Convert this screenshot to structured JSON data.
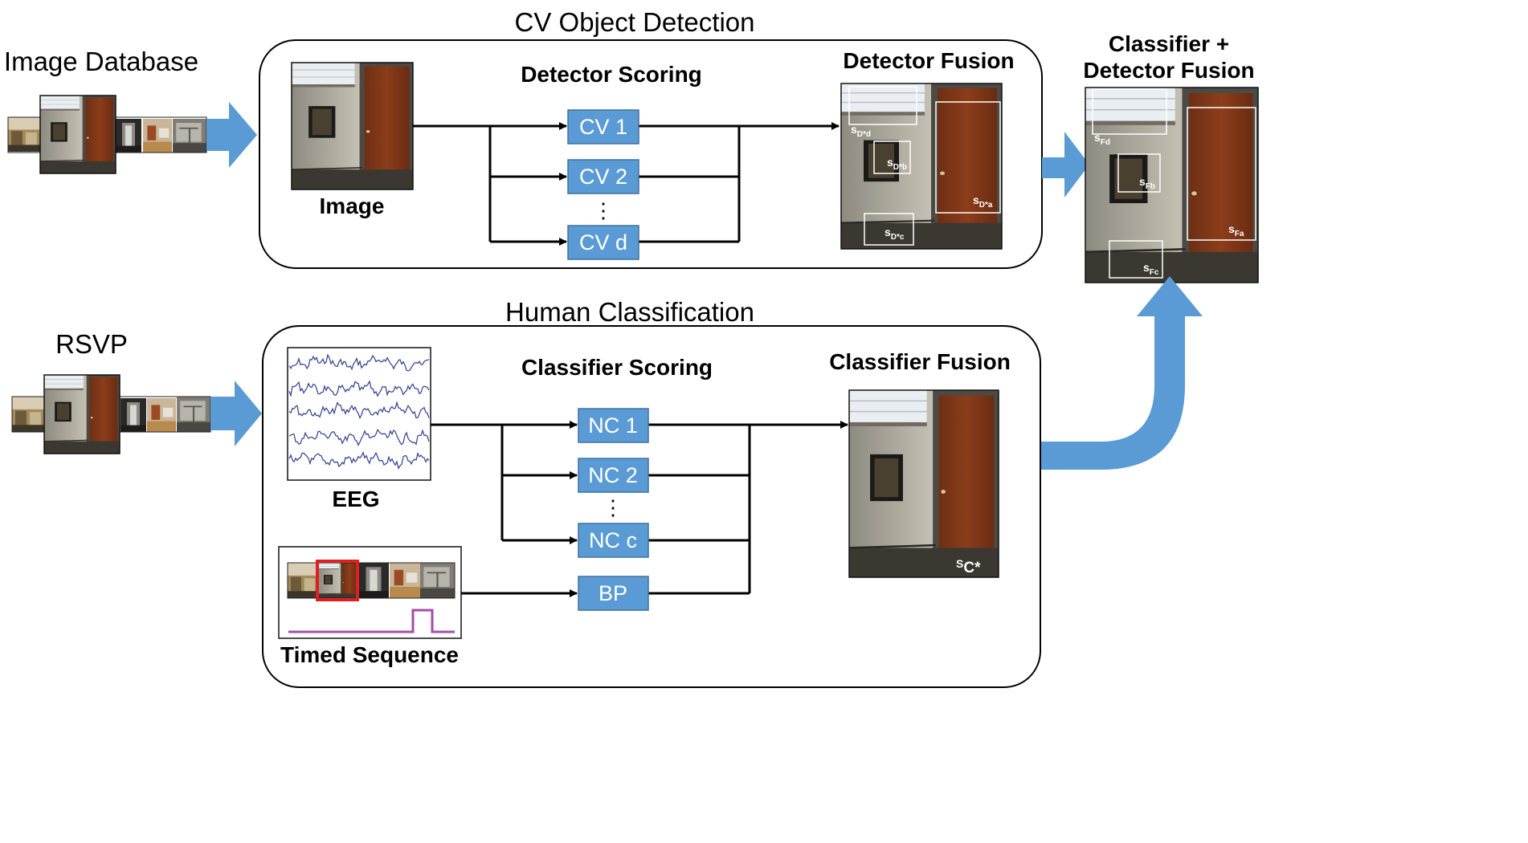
{
  "titles": {
    "cv_section": "CV Object Detection",
    "human_section": "Human Classification",
    "image_database": "Image Database",
    "rsvp": "RSVP",
    "final": [
      "Classifier +",
      "Detector Fusion"
    ]
  },
  "labels": {
    "image": "Image",
    "detector_scoring": "Detector Scoring",
    "detector_fusion": "Detector Fusion",
    "eeg": "EEG",
    "classifier_scoring": "Classifier Scoring",
    "classifier_fusion": "Classifier Fusion",
    "timed_sequence": "Timed Sequence",
    "ellipsis": "⋮"
  },
  "detectors": [
    "CV 1",
    "CV 2",
    "CV d"
  ],
  "classifiers": [
    "NC 1",
    "NC 2",
    "NC c"
  ],
  "bp": "BP",
  "detector_fusion_tags": {
    "d": {
      "base": "s",
      "sub": "D*d"
    },
    "b": {
      "base": "s",
      "sub": "D*b"
    },
    "a": {
      "base": "s",
      "sub": "D*a"
    },
    "c": {
      "base": "s",
      "sub": "D*c"
    }
  },
  "classifier_fusion_tag": {
    "base": "S",
    "sub": "C*"
  },
  "final_tags": {
    "d": {
      "base": "s",
      "sub": "Fd"
    },
    "b": {
      "base": "s",
      "sub": "Fb"
    },
    "a": {
      "base": "s",
      "sub": "Fa"
    },
    "c": {
      "base": "s",
      "sub": "Fc"
    }
  },
  "colors": {
    "box_fill": "#5b9bd5",
    "box_stroke": "#41719c",
    "arrow": "#5b9bd5",
    "eeg_trace": "#2f3d8f",
    "pulse": "#a64ca6",
    "highlight": "#e02020"
  }
}
